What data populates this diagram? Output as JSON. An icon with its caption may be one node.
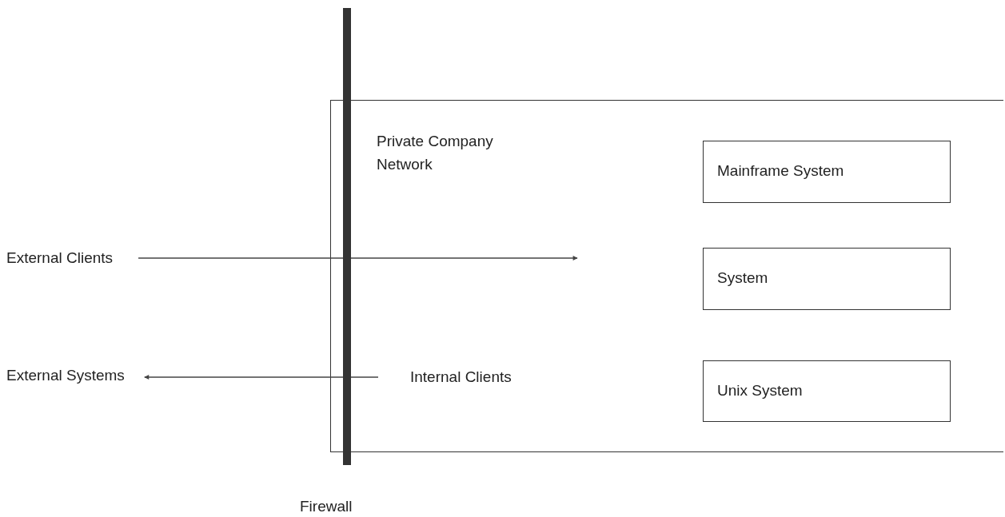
{
  "diagram": {
    "nodes": [
      {
        "text": [
          "Private Company Network"
        ]
      },
      {
        "text": [
          "Mainframe System"
        ],
        "in": 0
      },
      {
        "text": [
          "System"
        ],
        "in": 0
      },
      {
        "text": [
          "Internal Clients"
        ],
        "in": 0
      },
      {
        "text": [
          "Unix System"
        ],
        "in": 0
      },
      {
        "text": [
          "External Clients"
        ]
      },
      {
        "text": [
          "External Systems"
        ]
      },
      {
        "text": [
          "Firewall"
        ]
      }
    ],
    "edges": [
      {
        "from": 5,
        "to": null,
        "arrow": "to"
      },
      {
        "from": 3,
        "to": 6,
        "arrow": "to"
      }
    ]
  }
}
